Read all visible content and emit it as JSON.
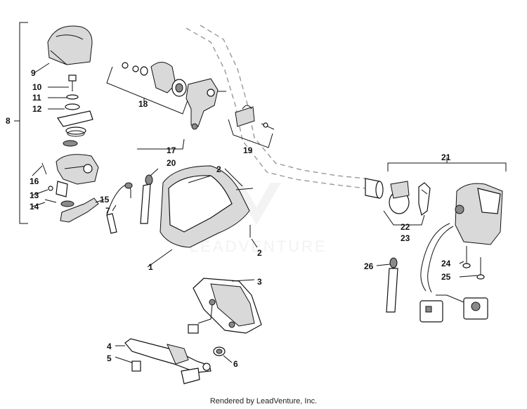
{
  "diagram": {
    "labels": [
      "1",
      "2",
      "2",
      "3",
      "4",
      "5",
      "6",
      "7",
      "8",
      "9",
      "10",
      "11",
      "12",
      "13",
      "14",
      "15",
      "16",
      "17",
      "18",
      "19",
      "20",
      "21",
      "22",
      "23",
      "24",
      "25",
      "26"
    ],
    "watermark": "LEADVENTURE",
    "footer": "Rendered by LeadVenture, Inc."
  }
}
